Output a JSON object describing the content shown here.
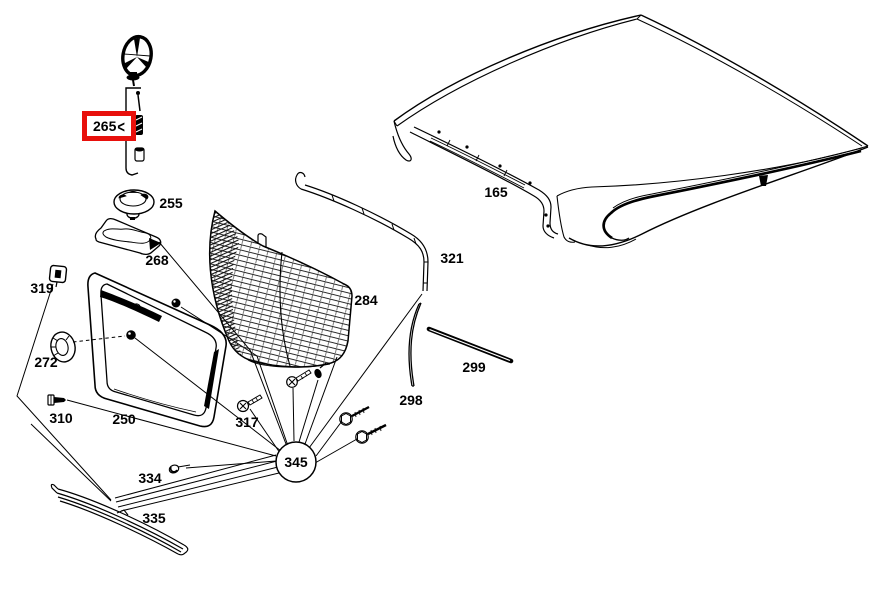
{
  "diagram": {
    "subject": "exploded-parts-diagram hood grille headlamp",
    "background_color": "#ffffff",
    "line_color": "#000000",
    "highlight_color": "#e8100c",
    "selected_part": {
      "number": "265",
      "pointer": "<"
    }
  },
  "labels": [
    {
      "number": "255"
    },
    {
      "number": "268"
    },
    {
      "number": "319"
    },
    {
      "number": "272"
    },
    {
      "number": "310"
    },
    {
      "number": "250"
    },
    {
      "number": "317"
    },
    {
      "number": "345"
    },
    {
      "number": "334"
    },
    {
      "number": "335"
    },
    {
      "number": "284"
    },
    {
      "number": "321"
    },
    {
      "number": "298"
    },
    {
      "number": "299"
    },
    {
      "number": "165"
    }
  ]
}
